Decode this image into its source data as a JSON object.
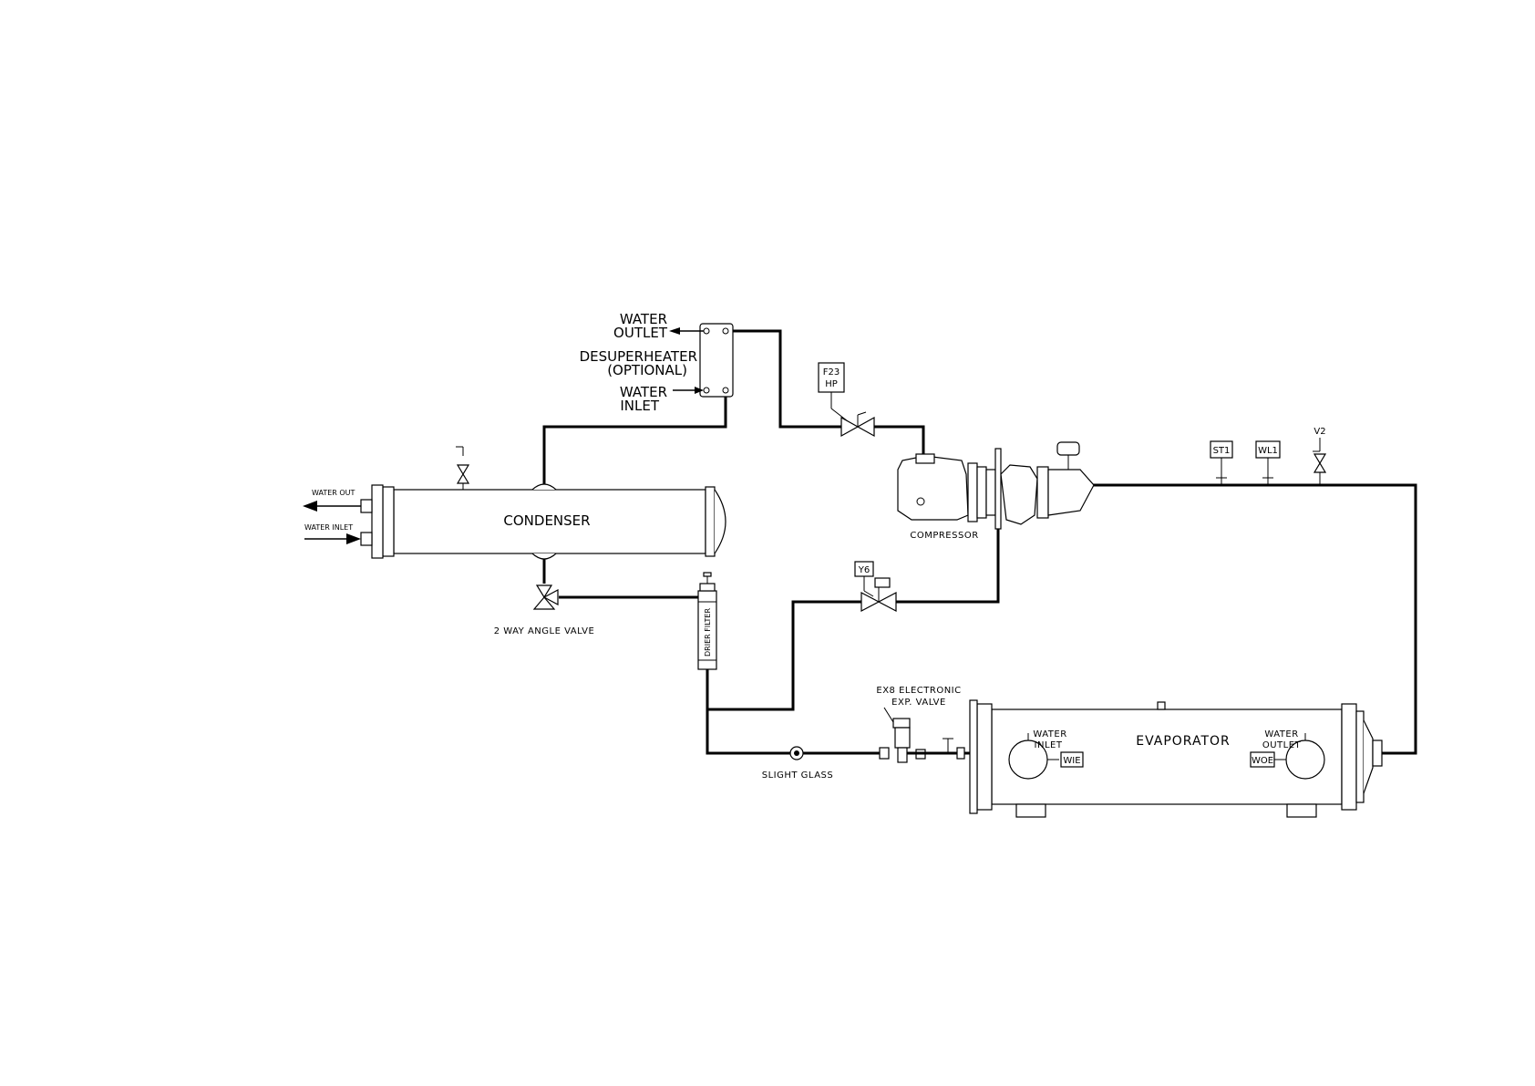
{
  "labels": {
    "condenser": "CONDENSER",
    "water_out": "WATER OUT",
    "water_inlet": "WATER INLET",
    "angle_valve": "2 WAY ANGLE VALVE",
    "desup_water_outlet_1": "WATER",
    "desup_water_outlet_2": "OUTLET",
    "desup_1": "DESUPERHEATER",
    "desup_2": "(OPTIONAL)",
    "desup_water_inlet_1": "WATER",
    "desup_water_inlet_2": "INLET",
    "f23_1": "F23",
    "f23_2": "HP",
    "compressor": "COMPRESSOR",
    "y6": "Y6",
    "drier_filter": "DRIER FILTER",
    "slight_glass": "SLIGHT GLASS",
    "exv_1": "EX8 ELECTRONIC",
    "exv_2": "EXP. VALVE",
    "evaporator": "EVAPORATOR",
    "evap_water_inlet_1": "WATER",
    "evap_water_inlet_2": "INLET",
    "wie": "WIE",
    "evap_water_outlet_1": "WATER",
    "evap_water_outlet_2": "OUTLET",
    "woe": "WOE",
    "st1": "ST1",
    "wl1": "WL1",
    "v2": "V2"
  }
}
